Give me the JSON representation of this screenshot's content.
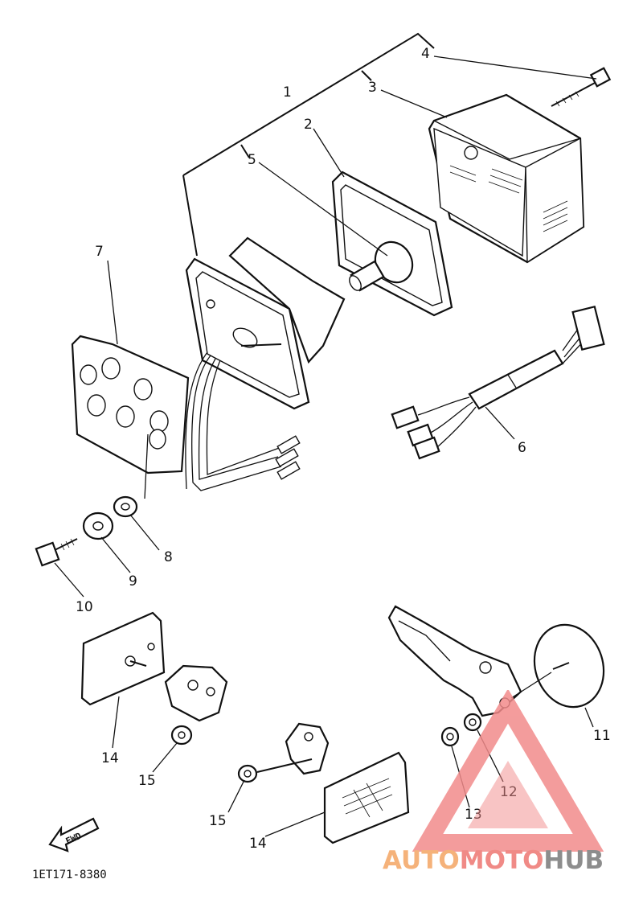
{
  "diagram": {
    "callouts": [
      {
        "id": "c1",
        "text": "1"
      },
      {
        "id": "c2",
        "text": "2"
      },
      {
        "id": "c3",
        "text": "3"
      },
      {
        "id": "c4",
        "text": "4"
      },
      {
        "id": "c5",
        "text": "5"
      },
      {
        "id": "c6",
        "text": "6"
      },
      {
        "id": "c7",
        "text": "7"
      },
      {
        "id": "c8",
        "text": "8"
      },
      {
        "id": "c9",
        "text": "9"
      },
      {
        "id": "c10",
        "text": "10"
      },
      {
        "id": "c11",
        "text": "11"
      },
      {
        "id": "c12",
        "text": "12"
      },
      {
        "id": "c13",
        "text": "13"
      },
      {
        "id": "c14a",
        "text": "14"
      },
      {
        "id": "c14b",
        "text": "14"
      },
      {
        "id": "c15a",
        "text": "15"
      },
      {
        "id": "c15b",
        "text": "15"
      }
    ],
    "fwd_label": "FWD",
    "drawing_code": "1ET171-8380"
  },
  "watermark": {
    "word_1": "AUTO",
    "word_2": "MOTO",
    "word_3": "HUB",
    "colors": {
      "auto": "#f5b27a",
      "moto": "#f08a86",
      "hub": "#8d8d8d",
      "triangle": "#f28b8b"
    }
  }
}
